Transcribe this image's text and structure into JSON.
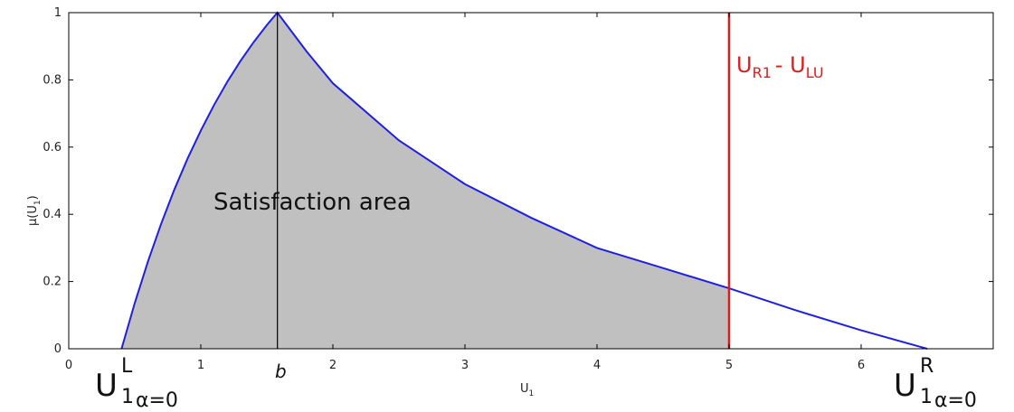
{
  "chart_data": {
    "type": "area",
    "xlabel": "U",
    "xlabel_sub": "1",
    "ylabel": "μ(U",
    "ylabel_sub": "1",
    "ylabel_close": ")",
    "xlim": [
      0,
      7
    ],
    "ylim": [
      0,
      1
    ],
    "xticks": [
      0,
      1,
      2,
      3,
      4,
      5,
      6
    ],
    "yticks": [
      0,
      0.2,
      0.4,
      0.6,
      0.8,
      1
    ],
    "ytick_labels": [
      "0",
      "0.2",
      "0.4",
      "0.6",
      "0.8",
      "1"
    ],
    "grid": false,
    "membership_curve": {
      "color": "#1f1fe0",
      "x": [
        0.4,
        0.5,
        0.6,
        0.7,
        0.8,
        0.9,
        1.0,
        1.1,
        1.2,
        1.3,
        1.4,
        1.5,
        1.58,
        1.8,
        2.0,
        2.5,
        3.0,
        3.5,
        4.0,
        4.5,
        5.0,
        5.5,
        6.0,
        6.5
      ],
      "y": [
        0,
        0.136,
        0.26,
        0.372,
        0.474,
        0.566,
        0.649,
        0.725,
        0.794,
        0.856,
        0.912,
        0.963,
        1.0,
        0.885,
        0.79,
        0.62,
        0.49,
        0.39,
        0.3,
        0.24,
        0.18,
        0.115,
        0.055,
        0.0
      ]
    },
    "shaded_region": {
      "x_from": 0.4,
      "x_to": 5.0,
      "color": "#c0c0c0"
    },
    "vertical_lines": [
      {
        "x": 1.58,
        "color": "#000000"
      },
      {
        "x": 5.0,
        "color": "#e01b1b"
      }
    ],
    "annotations": {
      "satisfaction": "Satisfaction area",
      "b_label": "b",
      "red_label_main1": "U",
      "red_label_sub1": "R1",
      "red_label_mid": "- U",
      "red_label_sub2": "LU",
      "left_U": "U",
      "left_sub": "1",
      "left_sup": "L",
      "left_alpha": "α=0",
      "right_U": "U",
      "right_sub": "1",
      "right_sup": "R",
      "right_alpha": "α=0"
    }
  }
}
